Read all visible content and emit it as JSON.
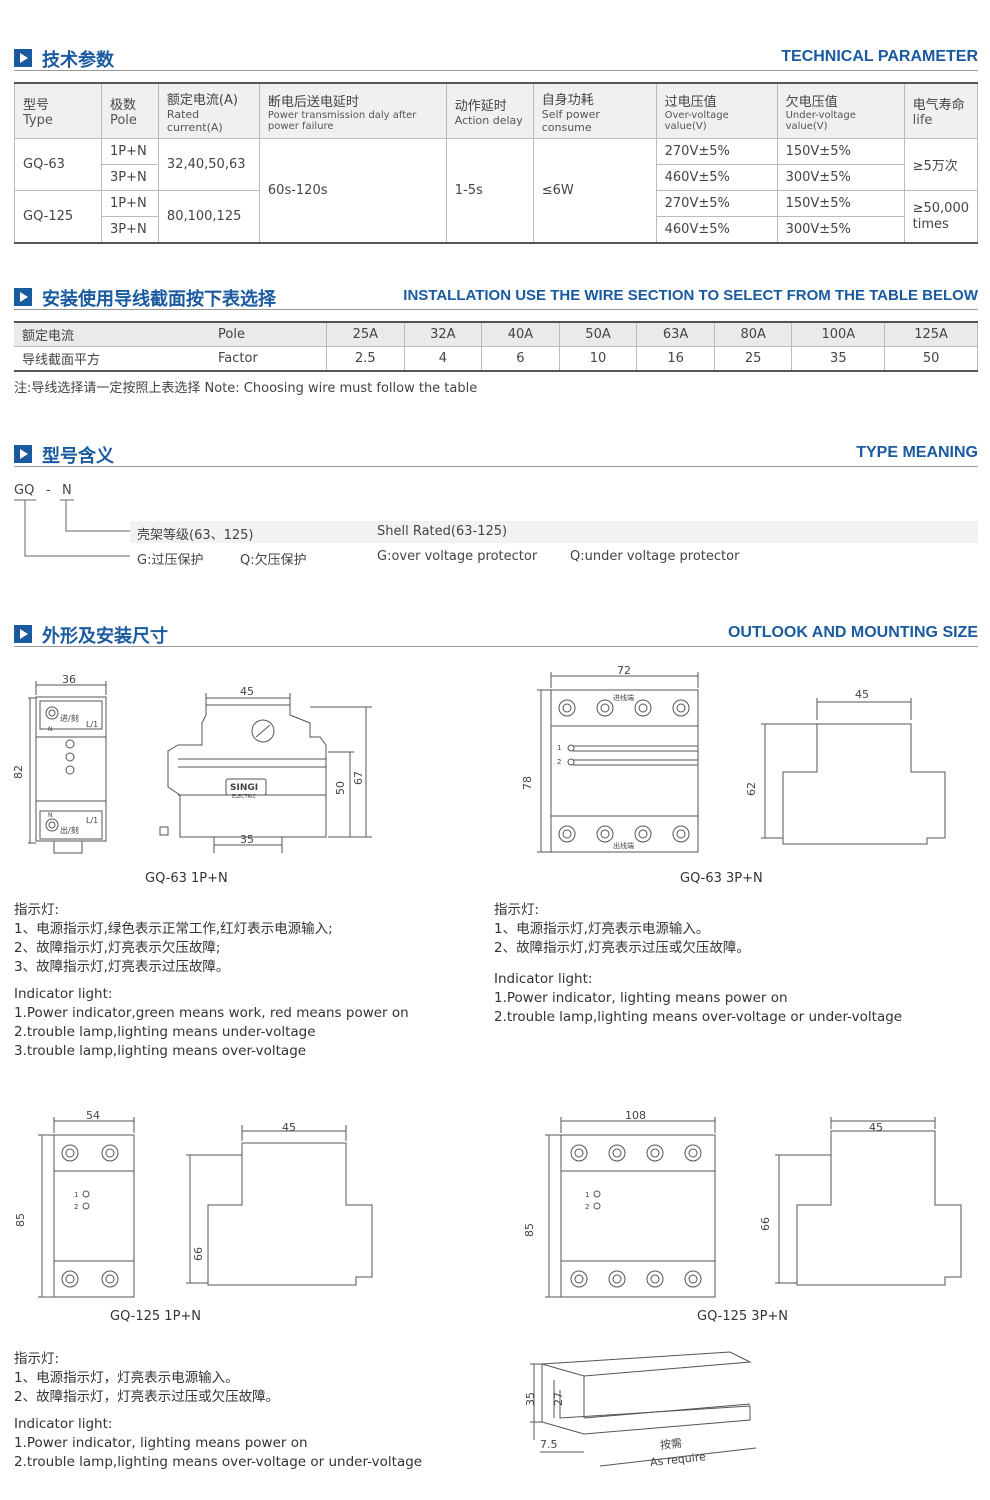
{
  "sections": {
    "tech": {
      "cn": "技术参数",
      "en": "TECHNICAL PARAMETER"
    },
    "wire": {
      "cn": "安装使用导线截面按下表选择",
      "en": "INSTALLATION USE THE WIRE SECTION TO SELECT FROM THE TABLE BELOW"
    },
    "type": {
      "cn": "型号含义",
      "en": "TYPE MEANING"
    },
    "outlook": {
      "cn": "外形及安装尺寸",
      "en": "OUTLOOK AND MOUNTING SIZE"
    }
  },
  "tech_table": {
    "headers": [
      {
        "cn": "型号",
        "en": "Type"
      },
      {
        "cn": "极数",
        "en": "Pole"
      },
      {
        "cn": "额定电流(A)",
        "en": "Rated current(A)"
      },
      {
        "cn": "断电后送电延时",
        "en": "Power transmission daly after power failure"
      },
      {
        "cn": "动作延时",
        "en": "Action delay"
      },
      {
        "cn": "自身功耗",
        "en": "Self power consume"
      },
      {
        "cn": "过电压值",
        "en": "Over-voltage value(V)"
      },
      {
        "cn": "欠电压值",
        "en": "Under-voltage value(V)"
      },
      {
        "cn": "电气寿命",
        "en": "life"
      }
    ],
    "gq63": "GQ-63",
    "gq125": "GQ-125",
    "pole1": "1P+N",
    "pole3": "3P+N",
    "cur63": "32,40,50,63",
    "cur125": "80,100,125",
    "delay": "60s-120s",
    "action": "1-5s",
    "power": "≤6W",
    "over": [
      "270V±5%",
      "460V±5%",
      "270V±5%",
      "460V±5%"
    ],
    "under": [
      "150V±5%",
      "300V±5%",
      "150V±5%",
      "300V±5%"
    ],
    "life1": "≥5万次",
    "life2": "≥50,000",
    "life3": "times"
  },
  "wire_table": {
    "row1_label": "额定电流",
    "row1_en": "Pole",
    "row1": [
      "25A",
      "32A",
      "40A",
      "50A",
      "63A",
      "80A",
      "100A",
      "125A"
    ],
    "row2_label": "导线截面平方",
    "row2_en": "Factor",
    "row2": [
      "2.5",
      "4",
      "6",
      "10",
      "16",
      "25",
      "35",
      "50"
    ]
  },
  "wire_note": "注:导线选择请一定按照上表选择  Note: Choosing wire must follow the table",
  "type_meaning": {
    "code1": "GQ",
    "dash": "-",
    "code2": "N",
    "shell_cn": "壳架等级(63、125)",
    "shell_en": "Shell Rated(63-125)",
    "g_cn": "G:过压保护",
    "q_cn": "Q:欠压保护",
    "g_en": "G:over voltage protector",
    "q_en": "Q:under voltage protector"
  },
  "dims": {
    "a1": {
      "w": "36",
      "h": "82",
      "w2": "45",
      "h2": "50",
      "h3": "67",
      "w3": "35",
      "caption": "GQ-63 1P+N"
    },
    "a2": {
      "w": "72",
      "h": "78",
      "w2": "45",
      "h2": "62",
      "caption": "GQ-63  3P+N"
    },
    "a3": {
      "w": "54",
      "h": "85",
      "w2": "45",
      "h2": "66",
      "caption": "GQ-125 1P+N"
    },
    "a4": {
      "w": "108",
      "h": "85",
      "w2": "45",
      "h2": "66",
      "caption": "GQ-125  3P+N"
    },
    "rail": {
      "h1": "35",
      "h2": "27",
      "w": "7.5",
      "len_cn": "按需",
      "len_en": "As require"
    }
  },
  "device_labels": {
    "in": "进/刻",
    "out": "出/刻",
    "n": "N",
    "l1": "L/1",
    "brand": "SINGI",
    "brand_sub": "ELECTRIC",
    "in_line": "进线端",
    "out_line": "出线端",
    "led1": "1",
    "led2": "2"
  },
  "ind_a1": {
    "cn_title": "指示灯:",
    "cn1": "1、电源指示灯,绿色表示正常工作,红灯表示电源输入;",
    "cn2": "2、故障指示灯,灯亮表示欠压故障;",
    "cn3": "3、故障指示灯,灯亮表示过压故障。",
    "en_title": "Indicator light:",
    "en1": "1.Power indicator,green means work, red means power on",
    "en2": "2.trouble lamp,lighting means under-voltage",
    "en3": "3.trouble lamp,lighting means over-voltage"
  },
  "ind_a2": {
    "cn_title": "指示灯:",
    "cn1": "1、电源指示灯,灯亮表示电源输入。",
    "cn2": "2、故障指示灯,灯亮表示过压或欠压故障。",
    "en_title": "Indicator light:",
    "en1": "1.Power indicator, lighting means power on",
    "en2": "2.trouble lamp,lighting means over-voltage or under-voltage"
  },
  "ind_a3": {
    "cn_title": "指示灯:",
    "cn1": "1、电源指示灯，灯亮表示电源输入。",
    "cn2": "2、故障指示灯，灯亮表示过压或欠压故障。",
    "en_title": "Indicator light:",
    "en1": "1.Power indicator, lighting means power on",
    "en2": "2.trouble lamp,lighting means over-voltage or under-voltage"
  }
}
